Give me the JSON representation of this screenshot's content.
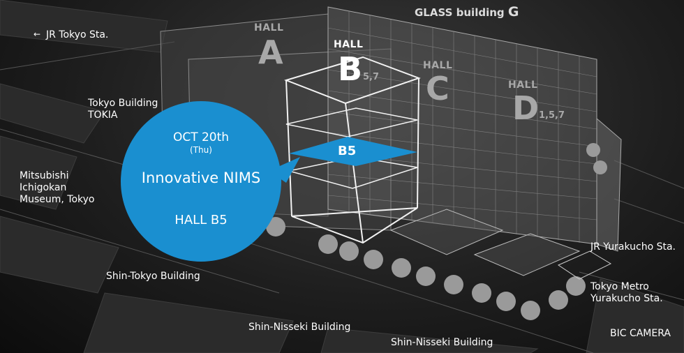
{
  "labels": {
    "jr_tokyo": "JR Tokyo Sta.",
    "tokyo_building": "Tokyo Building\nTOKIA",
    "mitsubishi": "Mitsubishi\nIchigokan\nMuseum, Tokyo",
    "shin_tokyo": "Shin-Tokyo Building",
    "shin_nisseki_1": "Shin-Nisseki Building",
    "shin_nisseki_2": "Shin-Nisseki Building",
    "jr_yurakucho": "JR Yurakucho Sta.",
    "tokyo_metro": "Tokyo Metro\nYurakucho Sta.",
    "bic_camera": "BIC CAMERA",
    "glass_building": "GLASS building",
    "glass_letter": "G"
  },
  "halls": {
    "a": {
      "word": "HALL",
      "letter": "A"
    },
    "b": {
      "word": "HALL",
      "letter": "B",
      "floors": "5,7"
    },
    "c": {
      "word": "HALL",
      "letter": "C"
    },
    "d": {
      "word": "HALL",
      "letter": "D",
      "floors": "1,5,7"
    }
  },
  "highlight": {
    "tag": "B5",
    "color": "#1a8fd0"
  },
  "callout": {
    "date": "OCT 20th",
    "day": "(Thu)",
    "event": "Innovative NIMS",
    "hall": "HALL B5"
  }
}
